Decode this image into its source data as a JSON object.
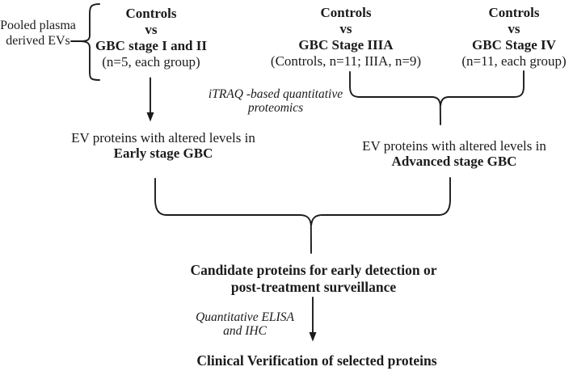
{
  "figure": {
    "background": "#ffffff",
    "line_color": "#1b1b1b",
    "pooled_label": {
      "line1": "Pooled plasma",
      "line2": "derived EVs"
    },
    "comparisons": [
      {
        "line1": "Controls",
        "line2": "vs",
        "line3": "GBC stage I and II",
        "note": "(n=5, each group)"
      },
      {
        "line1": "Controls",
        "line2": "vs",
        "line3": "GBC Stage IIIA",
        "note": "(Controls, n=11; IIIA, n=9)"
      },
      {
        "line1": "Controls",
        "line2": "vs",
        "line3": "GBC Stage IV",
        "note": "(n=11, each group)"
      }
    ],
    "method_label_proteomics": {
      "line1": "iTRAQ -based quantitative",
      "line2": "proteomics"
    },
    "result_early": {
      "line1": "EV proteins with altered levels in",
      "line2": "Early stage GBC"
    },
    "result_advanced": {
      "line1": "EV proteins with altered levels in",
      "line2": "Advanced stage GBC"
    },
    "candidate": {
      "line1": "Candidate proteins for early detection or",
      "line2": "post-treatment surveillance"
    },
    "method_label_verification": {
      "line1": "Quantitative ELISA",
      "line2": "and IHC"
    },
    "clinical": "Clinical Verification of selected  proteins"
  }
}
